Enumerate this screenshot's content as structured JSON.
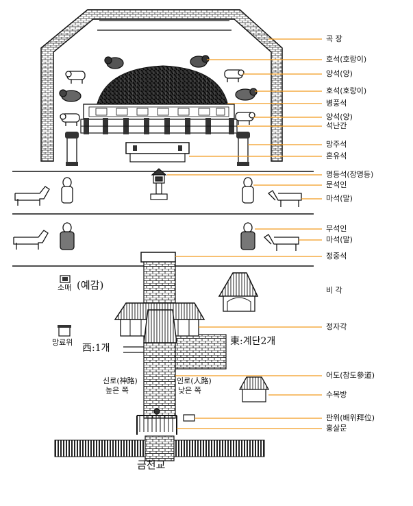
{
  "labels": {
    "gokjang": "곡 장",
    "hoseok1": "호석(호랑이)",
    "yangseok1": "양석(양)",
    "hoseok2": "호석(호랑이)",
    "byeongpung": "병풍석",
    "yangseok2": "양석(양)",
    "seoknangan": "석난간",
    "mangjuseok": "망주석",
    "honyuseok": "혼유석",
    "myeongdeung": "명등석(장명등)",
    "munseokin": "문석인",
    "maseok1": "마석(말)",
    "museokin": "무석인",
    "maseok2": "마석(말)",
    "jeongjungseok": "정중석",
    "bigak": "비 각",
    "jeongjagak": "정자각",
    "eodo": "어도(참도參道)",
    "subokbang": "수복방",
    "panwi": "판위(배위拜位)",
    "hongsalmun": "홍살문",
    "somae": "소매",
    "yegam": "(예감)",
    "mangryowi": "망료위",
    "seo_stairs": "西:1개",
    "dong_stairs": "東:계단2개",
    "sinro": "신로(神路)",
    "sinro_sub": "높은 쪽",
    "inro": "인로(人路)",
    "inro_sub": "낮은 쪽",
    "geumcheongyo": "금천교"
  },
  "colors": {
    "leader": "#f29b1d",
    "ink": "#1a1a1a",
    "mound": "#2b2b2b"
  }
}
